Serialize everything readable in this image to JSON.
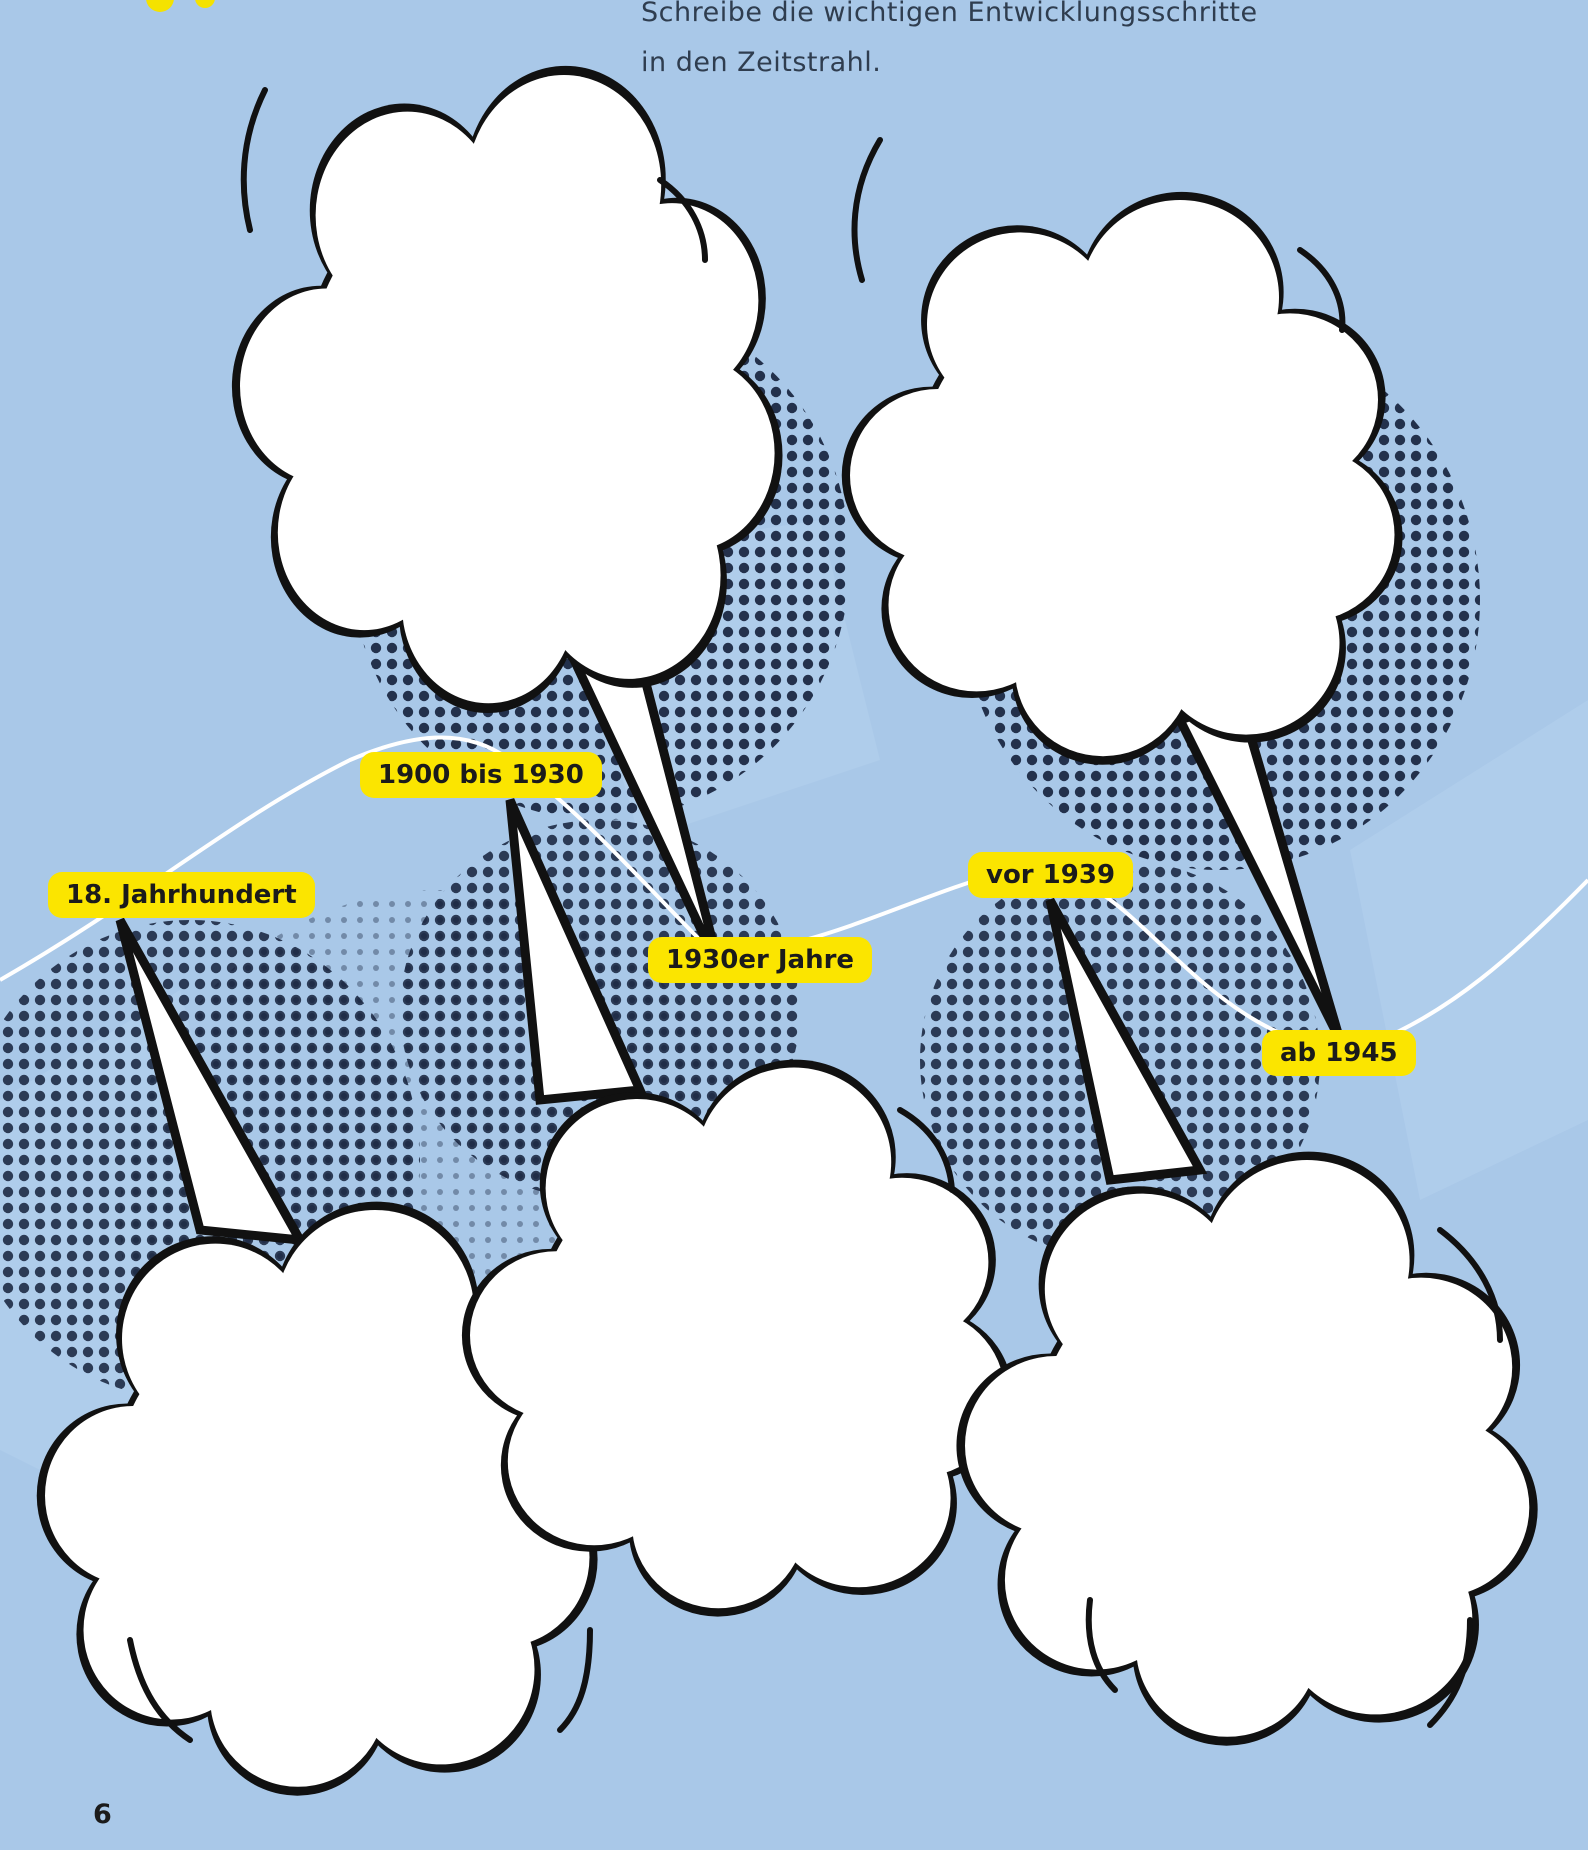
{
  "instruction": {
    "line1": "Schreibe die wichtigen Entwicklungsschritte",
    "line2": "in den Zeitstrahl."
  },
  "timeline_labels": [
    "18. Jahrhundert",
    "1900 bis 1930",
    "1930er Jahre",
    "vor 1939",
    "ab 1945"
  ],
  "page_number": "6",
  "colors": {
    "background": "#a9c8e8",
    "label_fill": "#fbe500",
    "bubble_fill": "#ffffff",
    "bubble_outline": "#111111",
    "writing_lines": "#6fa6d6",
    "timeline": "#ffffff"
  }
}
